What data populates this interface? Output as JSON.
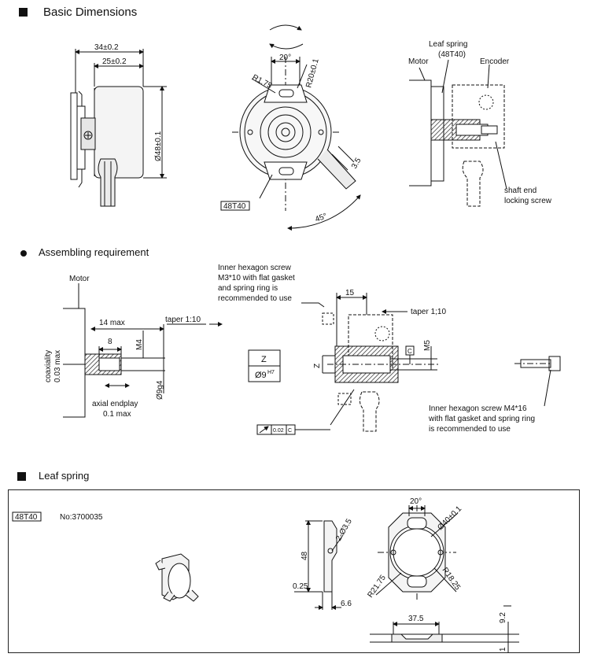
{
  "sections": {
    "basic_dimensions": "Basic Dimensions",
    "assembling": "Assembling requirement",
    "leaf_spring": "Leaf spring"
  },
  "basic": {
    "dim_34": "34±0.2",
    "dim_25": "25±0.2",
    "dia_48": "Ø48±0.1",
    "angle_20": "20°",
    "r175": "R1.75",
    "r20": "R20±0.1",
    "dim_35": "3.5",
    "angle_45": "45°",
    "model_tag": "48T40",
    "motor": "Motor",
    "leaf_spring_label": "Leaf spring",
    "leaf_spring_model": "(48T40)",
    "encoder": "Encoder",
    "shaft_end_1": "shaft end",
    "shaft_end_2": "locking screw"
  },
  "assembling": {
    "motor": "Motor",
    "max14": "14 max",
    "dim8": "8",
    "m4": "M4",
    "taper_left": "taper 1:10",
    "coax_1": "coaxiality",
    "coax_2": "0.03 max",
    "phi9g4": "Ø9g4",
    "endplay_1": "axial endplay",
    "endplay_2": "0.1 max",
    "screw_note_1": "Inner hexagon screw",
    "screw_note_2": "M3*10 with flat gasket",
    "screw_note_3": "and spring ring is",
    "screw_note_4": "recommended to use",
    "table_z": "Z",
    "table_phi": "Ø9",
    "table_tol": "H7",
    "dim15": "15",
    "taper_right": "taper 1;10",
    "c_box": "C",
    "m5": "M5",
    "z_label": "Z",
    "runout": "0.02",
    "runout_ref": "C",
    "screw2_1": "Inner hexagon screw M4*16",
    "screw2_2": "with flat gasket and spring ring",
    "screw2_3": "is recommended to use"
  },
  "leaf": {
    "tag": "48T40",
    "part_no": "No:3700035",
    "dim48": "48",
    "holes": "2-Ø3.5",
    "dim025": "0.25",
    "dim66": "6.6",
    "angle20": "20°",
    "dia40": "Ø40±0.1",
    "r2175": "R21.75",
    "r1825": "R18.25",
    "dim375": "37.5",
    "dim92": "9.2",
    "dim1": "1"
  }
}
